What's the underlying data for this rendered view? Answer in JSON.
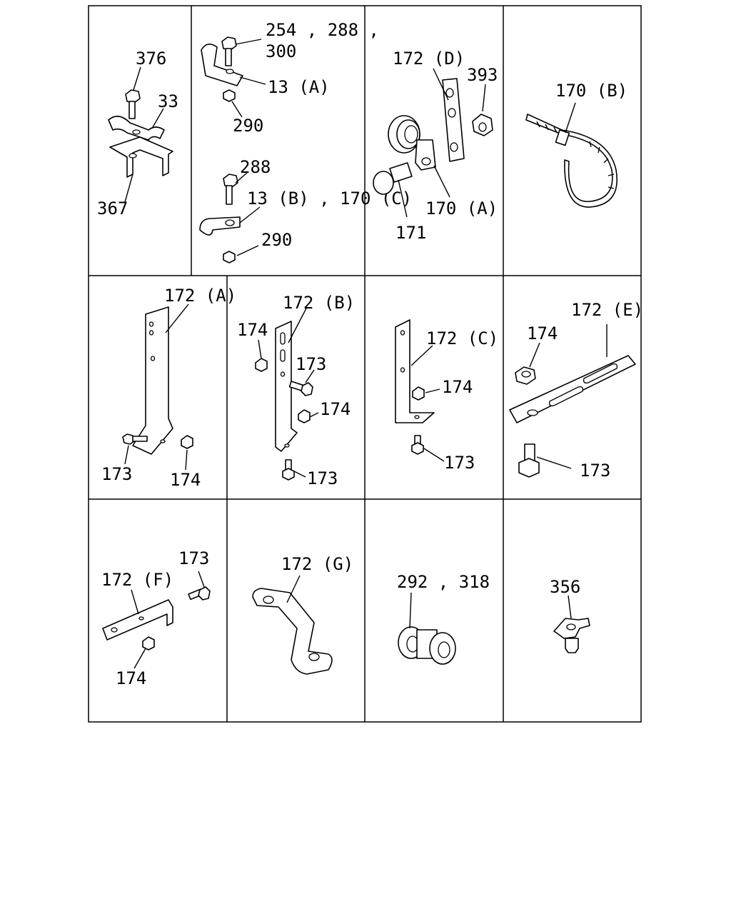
{
  "panels": {
    "p1": {
      "labels": [
        "376",
        "33",
        "367"
      ]
    },
    "p2": {
      "labels": [
        "254 , 288 ,",
        "300",
        "13 (A)",
        "290",
        "288",
        "13 (B) , 170 (C)",
        "290"
      ]
    },
    "p3": {
      "labels": [
        "172 (D)",
        "393",
        "171",
        "170 (A)"
      ]
    },
    "p4": {
      "labels": [
        "170 (B)"
      ]
    },
    "p5": {
      "labels": [
        "172 (A)",
        "173",
        "174"
      ]
    },
    "p6": {
      "labels": [
        "172 (B)",
        "174",
        "173",
        "174",
        "173"
      ]
    },
    "p7": {
      "labels": [
        "172 (C)",
        "174",
        "173"
      ]
    },
    "p8": {
      "labels": [
        "172 (E)",
        "174",
        "173"
      ]
    },
    "p9": {
      "labels": [
        "173",
        "172 (F)",
        "174"
      ]
    },
    "p10": {
      "labels": [
        "172 (G)"
      ]
    },
    "p11": {
      "labels": [
        "292 , 318"
      ]
    },
    "p12": {
      "labels": [
        "356"
      ]
    }
  }
}
